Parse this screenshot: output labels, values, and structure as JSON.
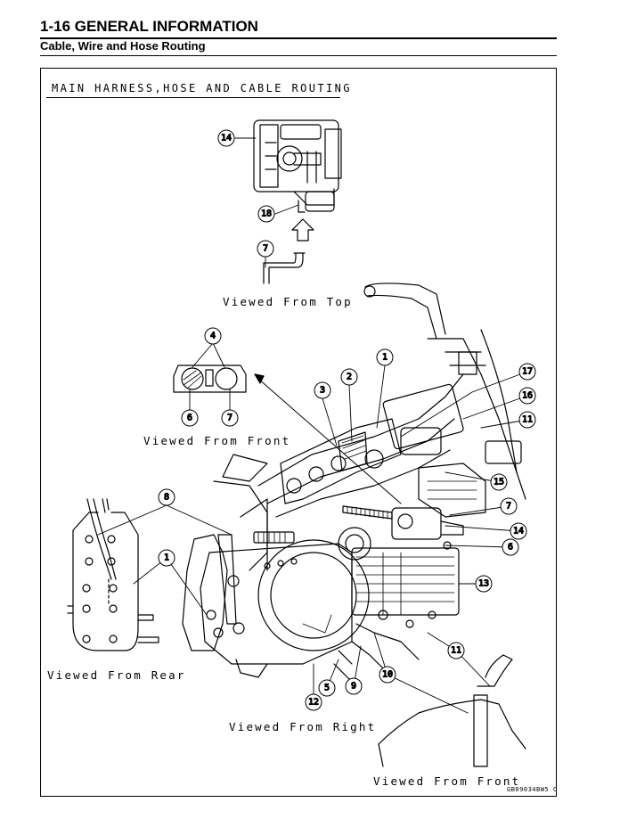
{
  "header": {
    "page_title": "1-16 GENERAL INFORMATION",
    "section_title": "Cable, Wire and Hose Routing"
  },
  "figure": {
    "heading": "MAIN HARNESS,HOSE AND CABLE ROUTING",
    "view_labels": {
      "top": "Viewed From Top",
      "front_upper": "Viewed From Front",
      "rear": "Viewed From Rear",
      "right": "Viewed From Right",
      "front_lower": "Viewed From Front"
    },
    "callouts": [
      "14",
      "18",
      "7",
      "4",
      "6",
      "7",
      "1",
      "2",
      "3",
      "17",
      "16",
      "11",
      "15",
      "7",
      "14",
      "6",
      "13",
      "8",
      "1",
      "11",
      "10",
      "9",
      "5",
      "12"
    ],
    "figure_code": "GB09034BW5 C"
  }
}
